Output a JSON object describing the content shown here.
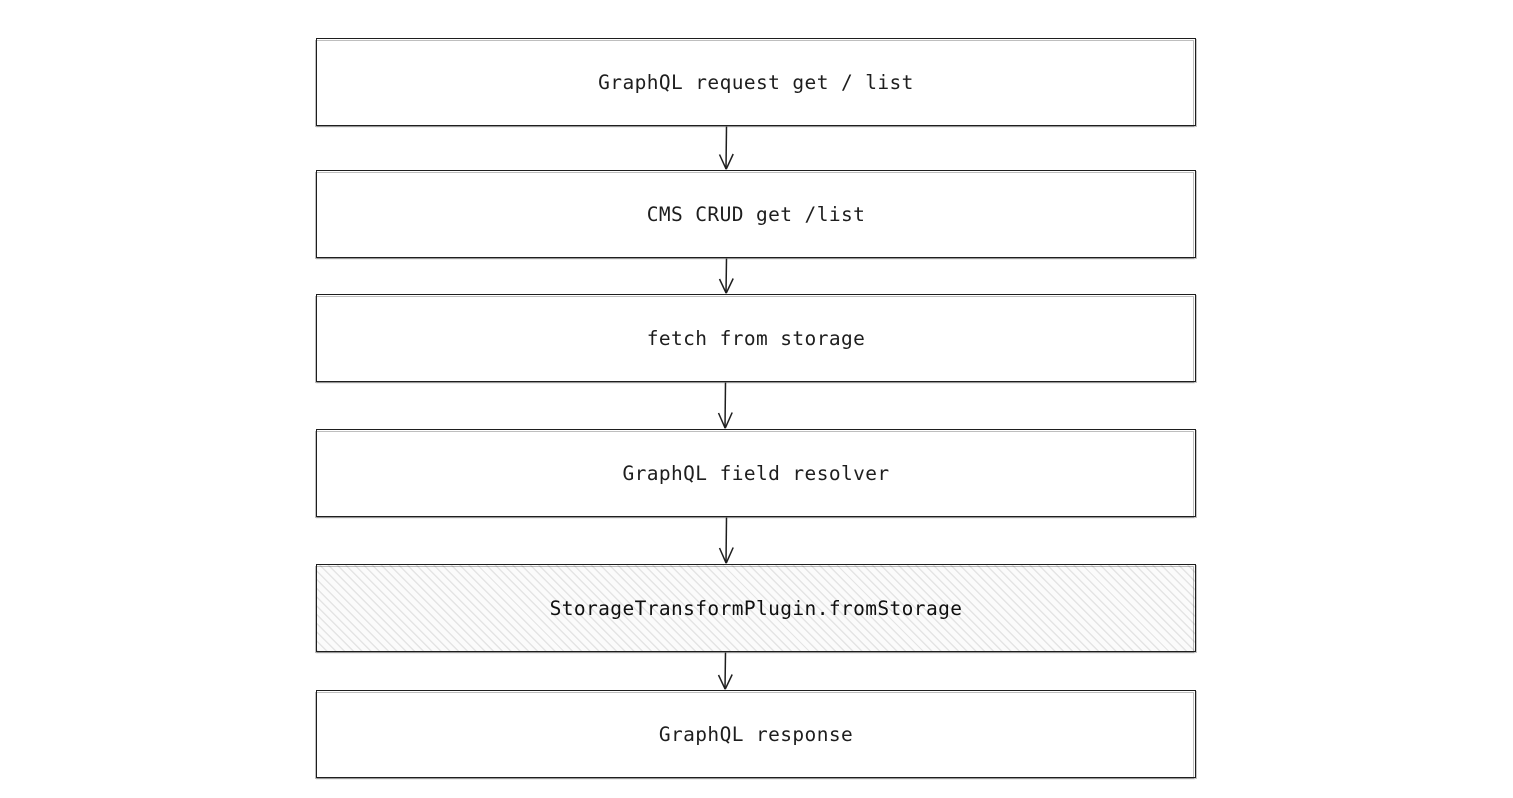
{
  "diagram": {
    "type": "flowchart",
    "orientation": "top-to-bottom",
    "background_color": "#ffffff",
    "node_border_color": "#1e1e1e",
    "node_fill_color": "#ffffff",
    "highlight_fill_color": "#f5f5f5",
    "highlight_hatch_color": "#e4e4e4",
    "arrow_color": "#1e1e1e",
    "nodes": [
      {
        "id": "n1",
        "label": "GraphQL request get / list",
        "highlighted": false
      },
      {
        "id": "n2",
        "label": "CMS CRUD get /list",
        "highlighted": false
      },
      {
        "id": "n3",
        "label": "fetch from storage",
        "highlighted": false
      },
      {
        "id": "n4",
        "label": "GraphQL field resolver",
        "highlighted": false
      },
      {
        "id": "n5",
        "label": "StorageTransformPlugin.fromStorage",
        "highlighted": true
      },
      {
        "id": "n6",
        "label": "GraphQL response",
        "highlighted": false
      }
    ],
    "edges": [
      {
        "from": "n1",
        "to": "n2",
        "label": "",
        "arrow": "down-arrow"
      },
      {
        "from": "n2",
        "to": "n3",
        "label": "",
        "arrow": "down-arrow"
      },
      {
        "from": "n3",
        "to": "n4",
        "label": "",
        "arrow": "down-arrow"
      },
      {
        "from": "n4",
        "to": "n5",
        "label": "",
        "arrow": "down-arrow"
      },
      {
        "from": "n5",
        "to": "n6",
        "label": "",
        "arrow": "down-arrow"
      }
    ]
  }
}
